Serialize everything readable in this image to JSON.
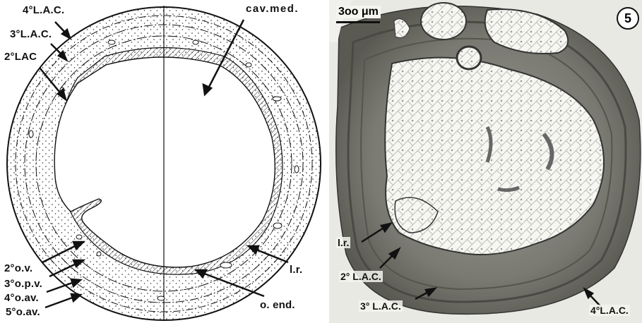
{
  "drawing_labels": {
    "lac4": "4°L.A.C.",
    "lac3": "3°L.A.C.",
    "lac2": "2°LAC",
    "cav_med": "cav.med.",
    "ov2": "2°o.v.",
    "opv3": "3°o.p.v.",
    "oav4": "4°o.av.",
    "oav5": "5°o.av.",
    "lr": "l.r.",
    "oend": "o. end."
  },
  "photo_labels": {
    "scale": "3oo μm",
    "panel_number": "5",
    "lr": "l.r.",
    "lac2": "2° L.A.C.",
    "lac3": "3° L.A.C.",
    "lac4": "4°L.A.C."
  }
}
